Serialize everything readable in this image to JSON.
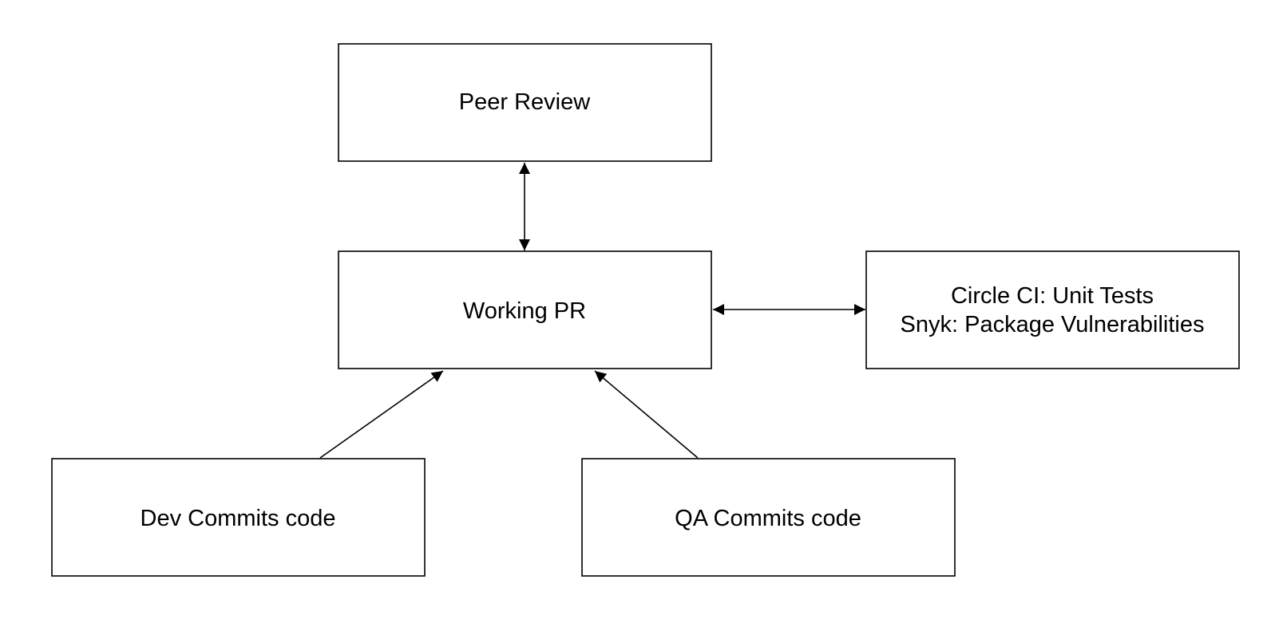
{
  "diagram": {
    "nodes": [
      {
        "id": "peer-review",
        "lines": [
          "Peer Review"
        ]
      },
      {
        "id": "working-pr",
        "lines": [
          "Working PR"
        ]
      },
      {
        "id": "ci-checks",
        "lines": [
          "Circle CI: Unit Tests",
          "Snyk: Package Vulnerabilities"
        ]
      },
      {
        "id": "dev-commits",
        "lines": [
          "Dev Commits code"
        ]
      },
      {
        "id": "qa-commits",
        "lines": [
          "QA Commits code"
        ]
      }
    ],
    "edges": [
      {
        "from": "working-pr",
        "to": "peer-review",
        "bidirectional": true
      },
      {
        "from": "working-pr",
        "to": "ci-checks",
        "bidirectional": true
      },
      {
        "from": "dev-commits",
        "to": "working-pr",
        "bidirectional": false
      },
      {
        "from": "qa-commits",
        "to": "working-pr",
        "bidirectional": false
      }
    ],
    "colors": {
      "stroke": "#000000",
      "fill": "#ffffff",
      "text": "#000000"
    }
  }
}
